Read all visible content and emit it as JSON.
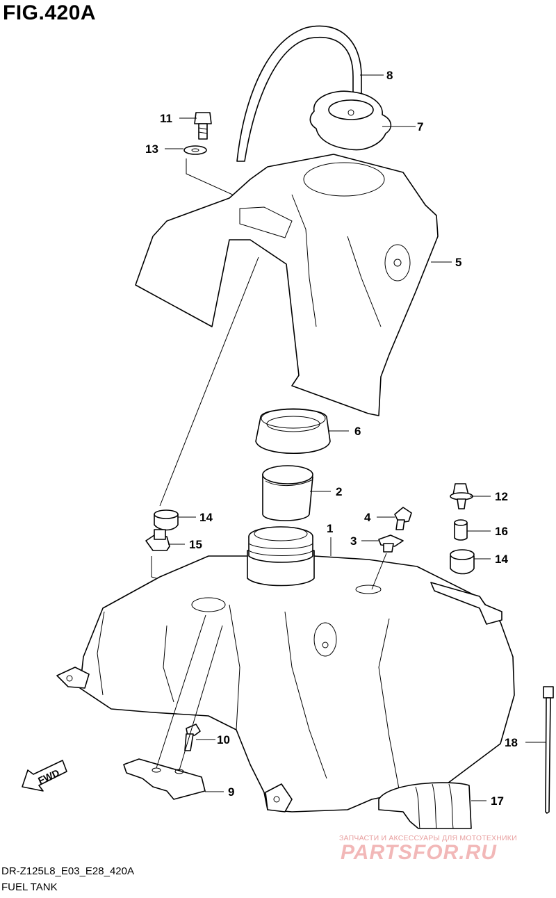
{
  "figure": {
    "title": "FIG.420A",
    "model_code": "DR-Z125L8_E03_E28_420A",
    "caption": "FUEL TANK"
  },
  "watermark": {
    "subtitle": "ЗАПЧАСТИ И АКСЕССУАРЫ ДЛЯ МОТОТЕХНИКИ",
    "brand": "PARTSFOR.RU"
  },
  "direction_arrow": {
    "label": "FWD"
  },
  "callouts": {
    "p1": "1",
    "p2": "2",
    "p3": "3",
    "p4": "4",
    "p5": "5",
    "p6": "6",
    "p7": "7",
    "p8": "8",
    "p9": "9",
    "p10": "10",
    "p11": "11",
    "p12": "12",
    "p13": "13",
    "p14a": "14",
    "p14b": "14",
    "p15": "15",
    "p16": "16",
    "p17": "17",
    "p18": "18"
  },
  "colors": {
    "line": "#000000",
    "background": "#ffffff",
    "watermark": "#f2b8b8"
  }
}
